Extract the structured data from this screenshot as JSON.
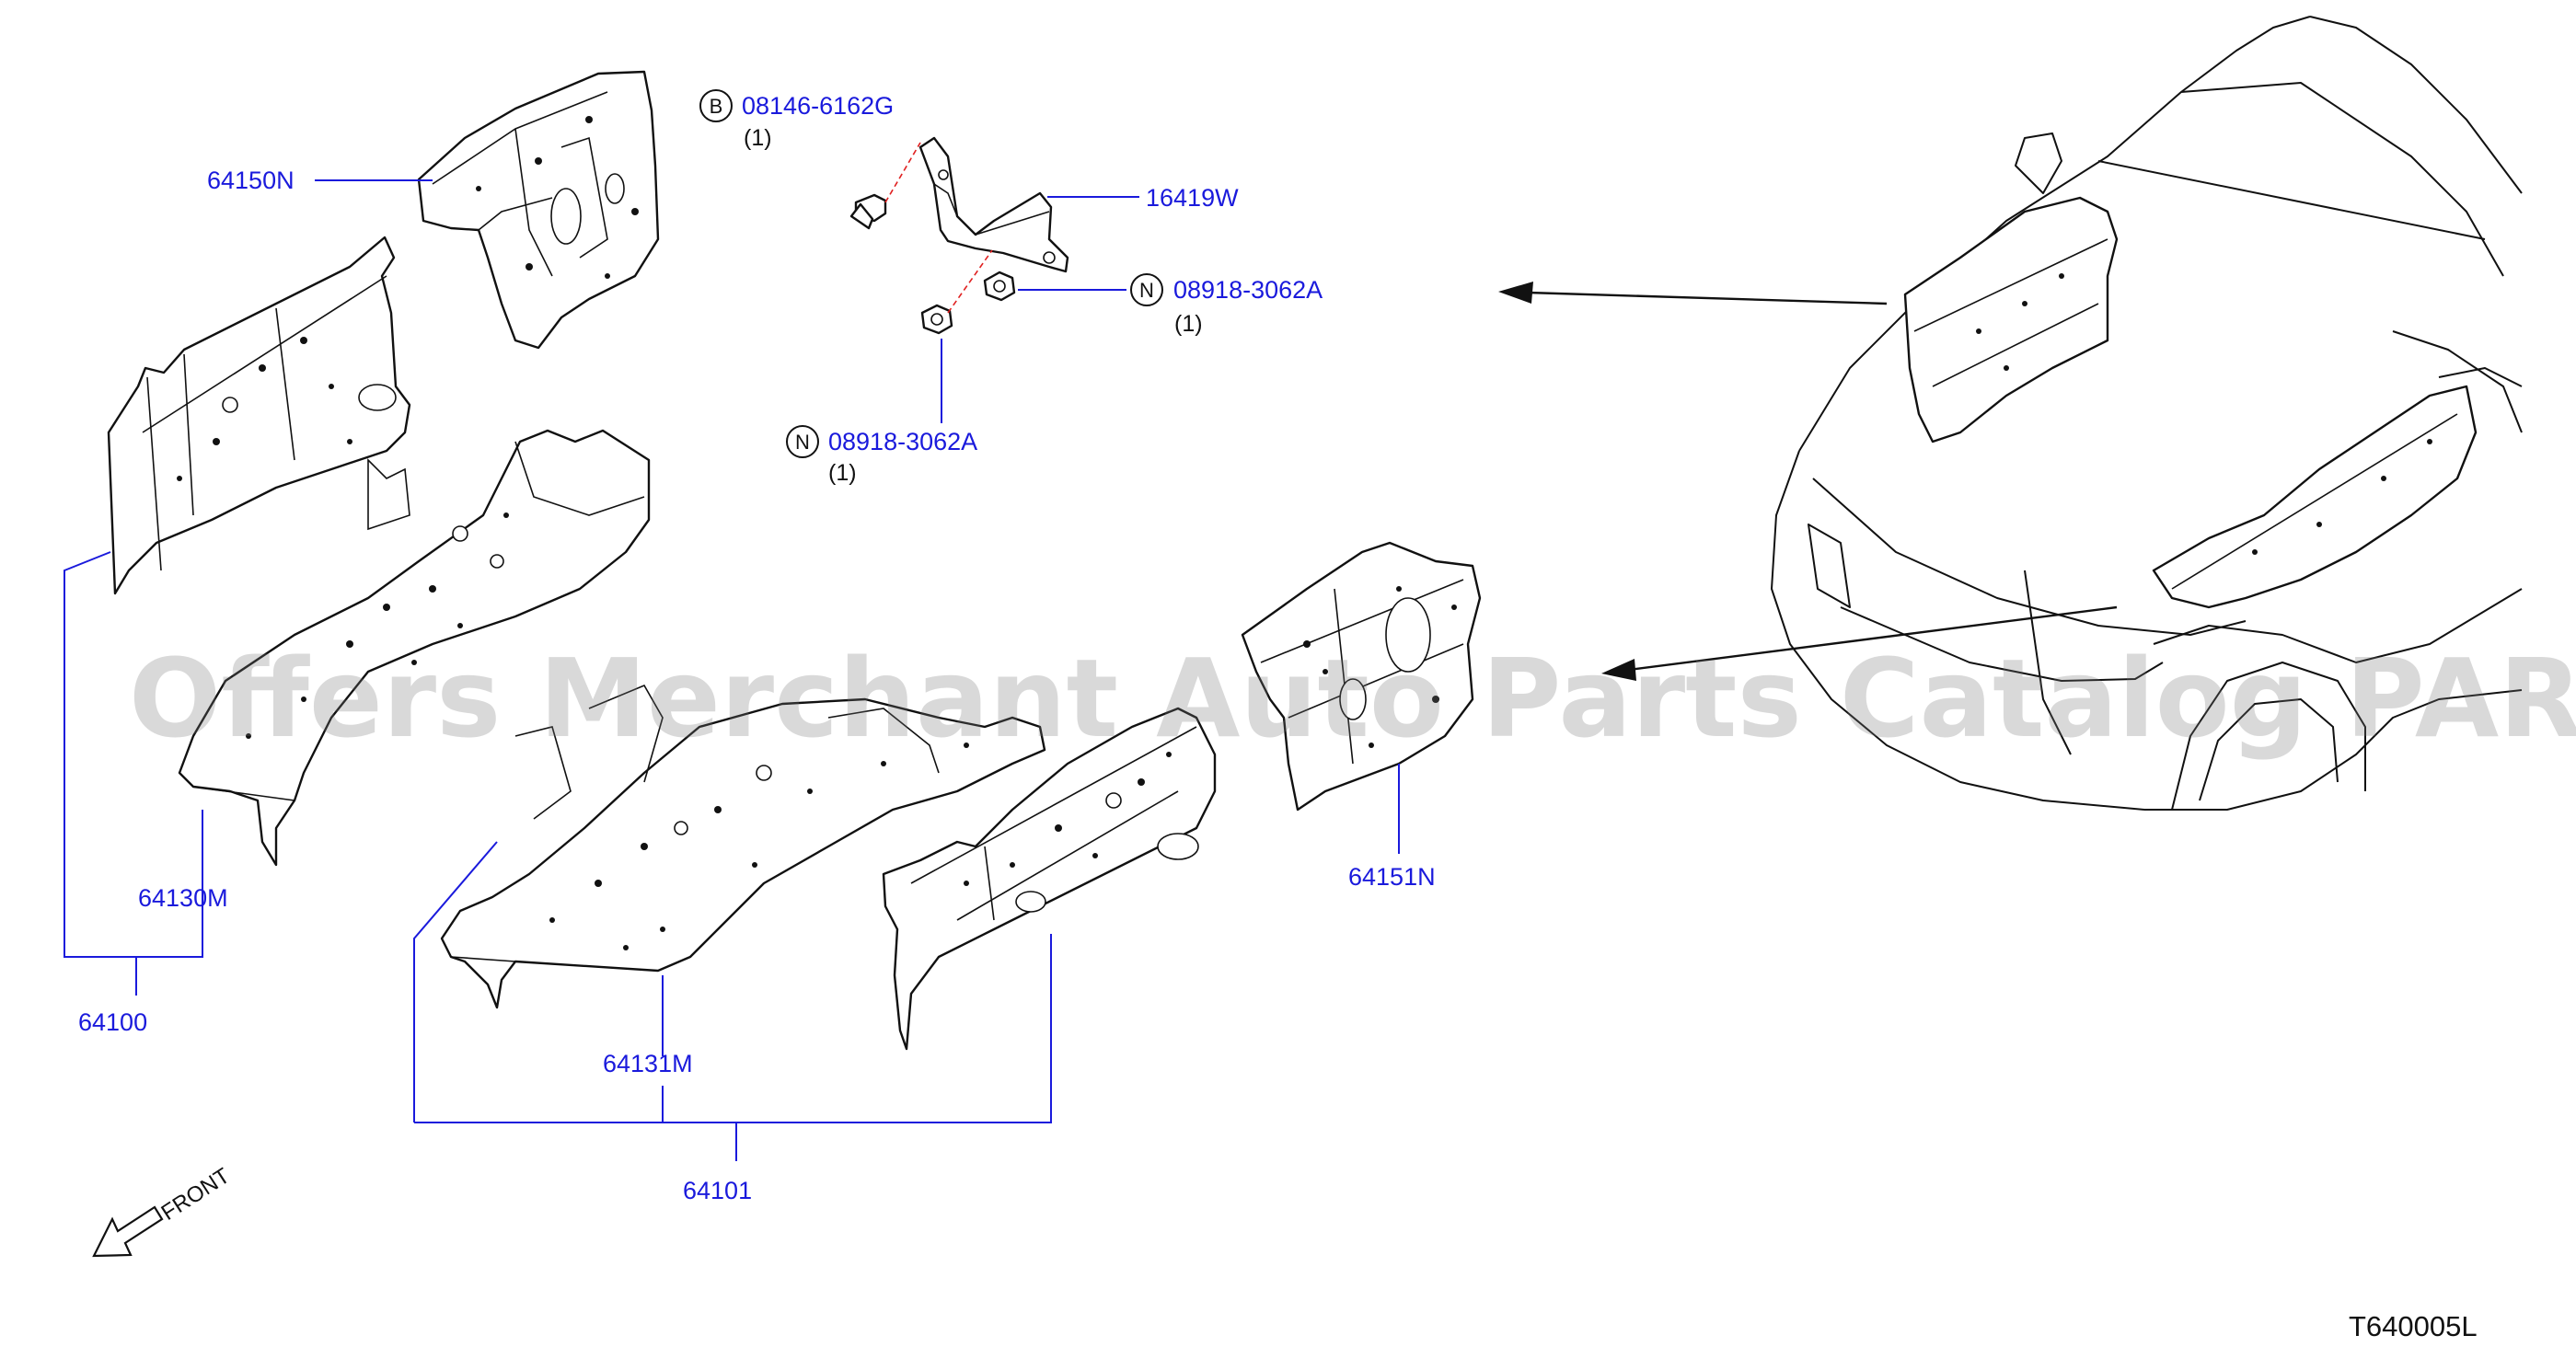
{
  "diagram": {
    "parts": {
      "p64150N": "64150N",
      "p64130M": "64130M",
      "p64100": "64100",
      "p64131M": "64131M",
      "p64101": "64101",
      "p64151N": "64151N",
      "p16419W": "16419W"
    },
    "fasteners": [
      {
        "badge": "B",
        "part": "08146-6162G",
        "qty": "(1)"
      },
      {
        "badge": "N",
        "part": "08918-3062A",
        "qty": "(1)"
      },
      {
        "badge": "N",
        "part": "08918-3062A",
        "qty": "(1)"
      }
    ],
    "front_label": "FRONT",
    "watermark": "Offers Merchant Auto Parts Catalog PARTSTORE.SA",
    "figure_code": "T640005L"
  }
}
